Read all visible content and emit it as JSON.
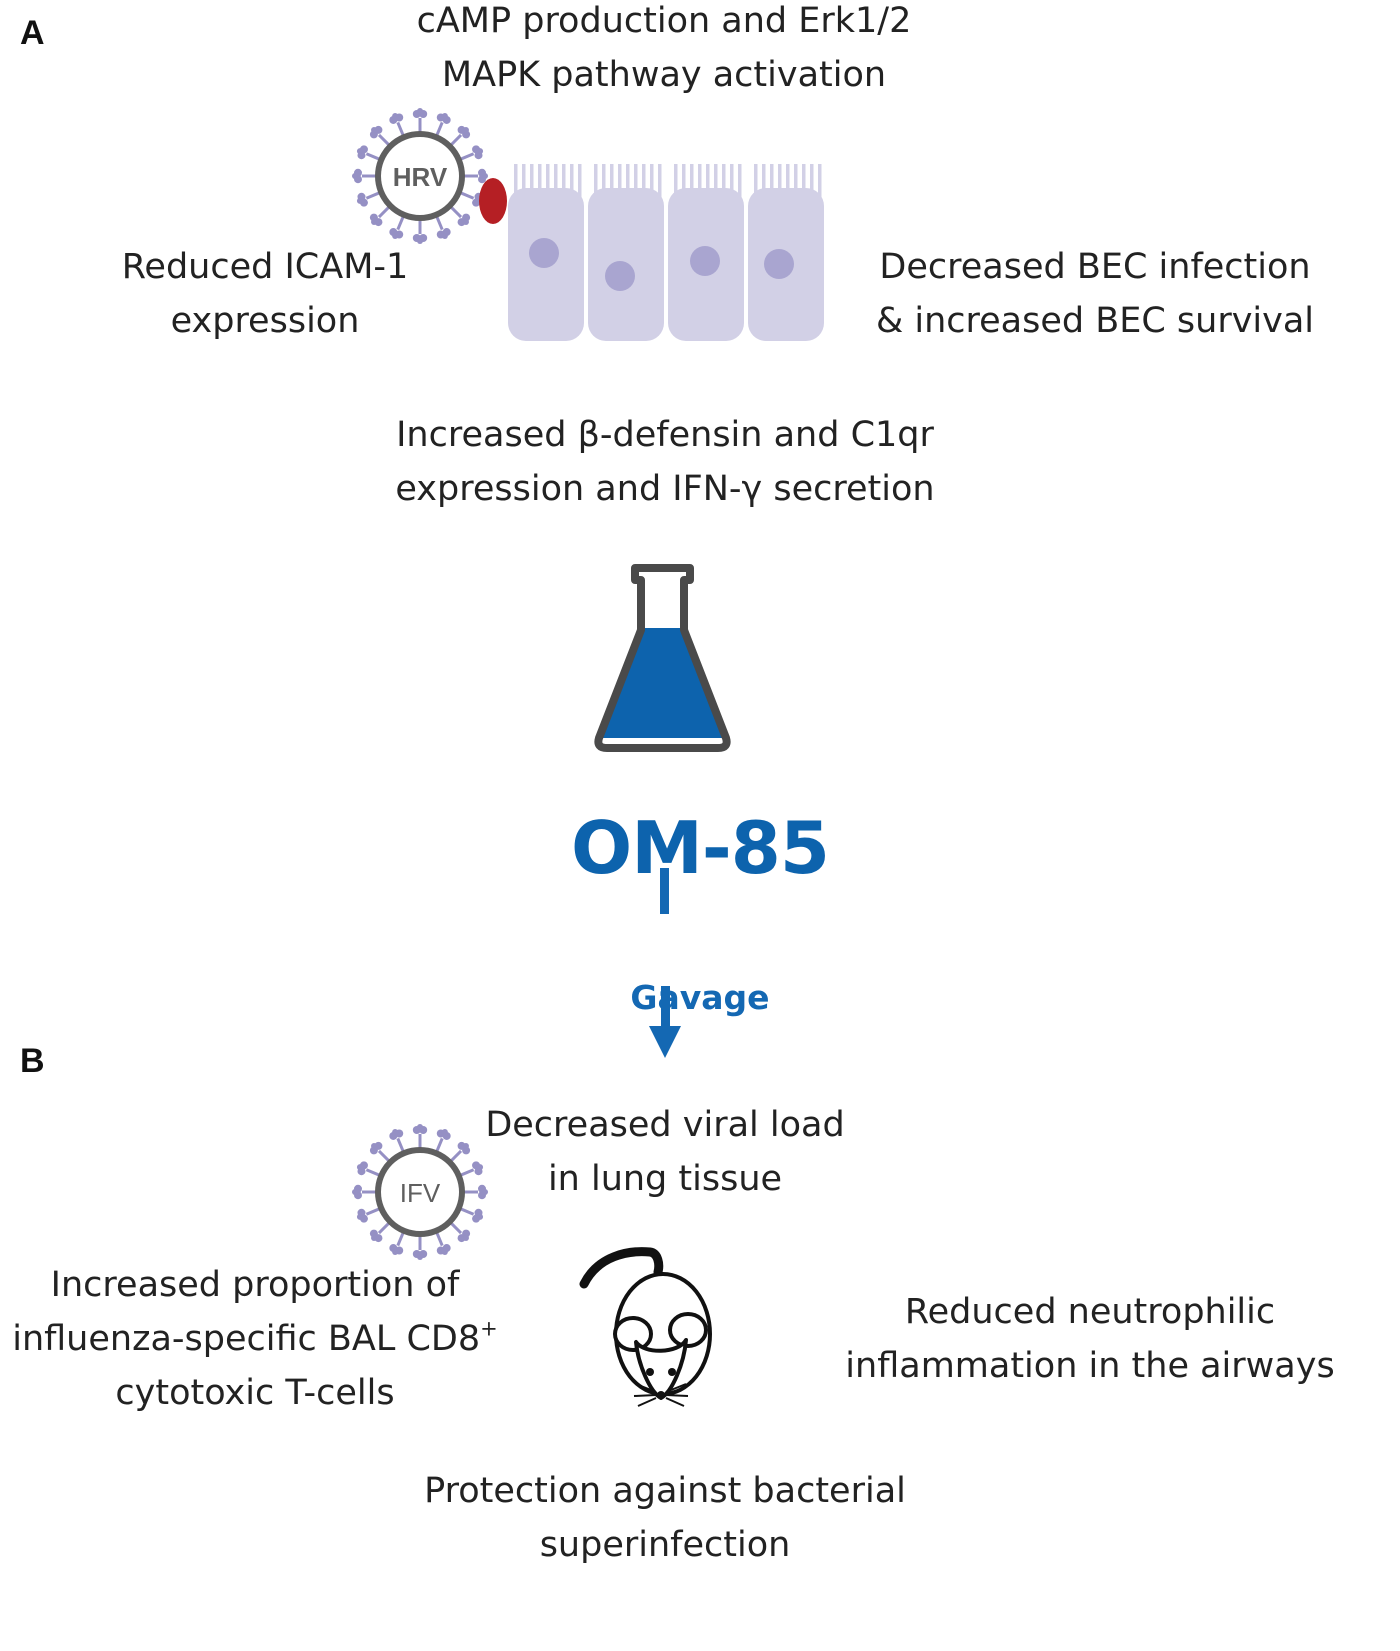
{
  "panels": {
    "a_label": "A",
    "b_label": "B"
  },
  "panel_a": {
    "top_text": [
      "cAMP production and Erk1/2",
      "MAPK pathway activation"
    ],
    "left_text": [
      "Reduced ICAM-1",
      "expression"
    ],
    "right_text": [
      "Decreased BEC infection",
      "& increased BEC survival"
    ],
    "bottom_text": [
      "Increased β-defensin and C1qr",
      "expression and IFN-γ secretion"
    ],
    "virus_label": "HRV"
  },
  "center": {
    "drug_name": "OM-85",
    "route_label": "Gavage"
  },
  "panel_b": {
    "virus_label": "IFV",
    "top_text": [
      "Decreased viral load",
      "in lung tissue"
    ],
    "left_text_line1": "Increased proportion of",
    "left_text_line2": "influenza-specific BAL CD8",
    "left_text_line2_sup": "+",
    "left_text_line3": "cytotoxic T-cells",
    "right_text": [
      "Reduced neutrophilic",
      "inflammation in the airways"
    ],
    "bottom_text": [
      "Protection against bacterial",
      "superinfection"
    ]
  },
  "colors": {
    "virus_spikes": "#9590c4",
    "virus_ring": "#5f5f5f",
    "icam_receptor": "#b51f24",
    "epithelial_cells": "#d2d0e6",
    "nuclei": "#a9a5d0",
    "flask_liquid": "#0d63ad",
    "flask_outline": "#4a4a4a",
    "accent_blue": "#0d63ad"
  },
  "icons": [
    "virus-icon",
    "receptor-icon",
    "epithelial-cells-icon",
    "flask-icon",
    "arrow-down-icon",
    "mouse-icon"
  ]
}
